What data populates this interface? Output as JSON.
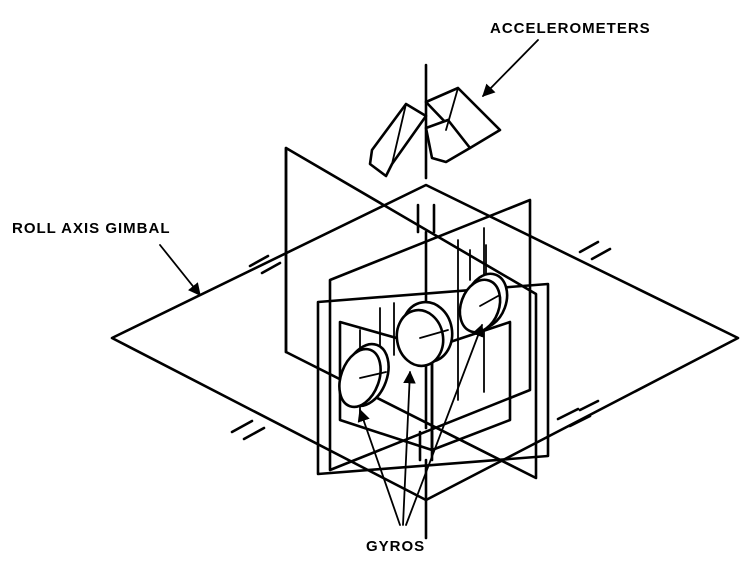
{
  "labels": {
    "accelerometers": "ACCELEROMETERS",
    "roll_axis_gimbal": "ROLL AXIS GIMBAL",
    "gyros": "GYROS"
  }
}
